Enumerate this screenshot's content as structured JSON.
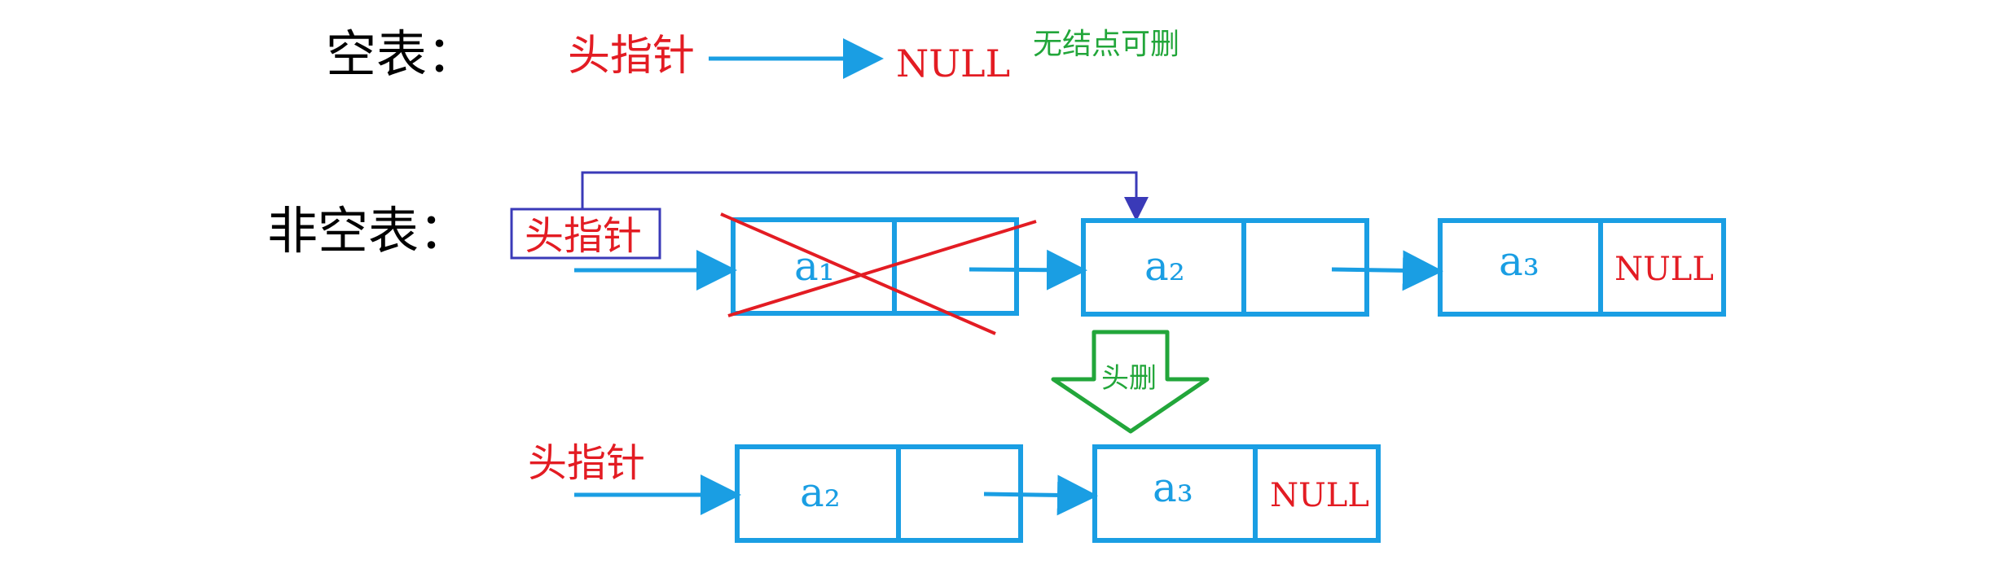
{
  "empty_list": {
    "title": "空表：",
    "head_pointer": "头指针",
    "null_text": "NULL",
    "note": "无结点可删"
  },
  "nonempty_list": {
    "title": "非空表：",
    "head_pointer": "头指针",
    "nodes": [
      {
        "data": "a₁",
        "next": ""
      },
      {
        "data": "a₂",
        "next": ""
      },
      {
        "data": "a₃",
        "next": "NULL"
      }
    ]
  },
  "operation": {
    "label": "头删"
  },
  "result_list": {
    "head_pointer": "头指针",
    "nodes": [
      {
        "data": "a₂",
        "next": ""
      },
      {
        "data": "a₃",
        "next": "NULL"
      }
    ]
  },
  "colors": {
    "node_border": "#1a9ee3",
    "arrow": "#1a9ee3",
    "head_pointer_text": "#e31c23",
    "null_text": "#e31c23",
    "note_text": "#22a63a",
    "relink_line": "#3a3ab8",
    "delete_cross": "#e31c23",
    "down_arrow": "#22a63a",
    "title_text": "#000000"
  }
}
